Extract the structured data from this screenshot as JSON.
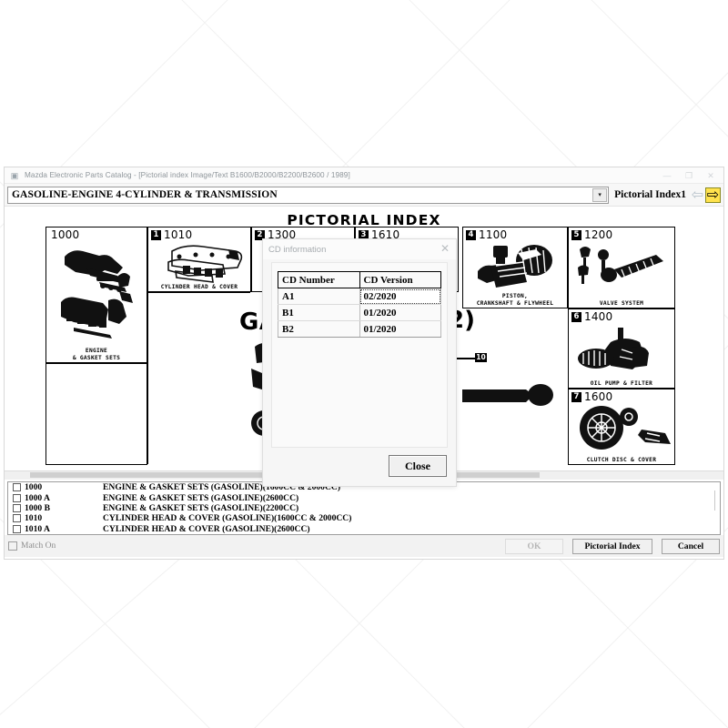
{
  "window": {
    "title": "Mazda Electronic Parts Catalog - [Pictorial index Image/Text B1600/B2000/B2200/B2600 / 1989]",
    "app_icon": "catalog-icon",
    "minimize": "—",
    "restore": "❐",
    "close": "✕"
  },
  "toolbar": {
    "assembly_value": "GASOLINE-ENGINE 4-CYLINDER & TRANSMISSION",
    "dropdown_arrow": "▾",
    "index_label": "Pictorial Index1",
    "prev_arrow": "⇦",
    "next_arrow": "⇨"
  },
  "pictorial": {
    "title": "PICTORIAL INDEX",
    "big_text": "GAS",
    "big_paren": "2)",
    "callout_tag": "10",
    "cells": [
      {
        "badge": "",
        "code": "1000",
        "caption": "ENGINE\n& GASKET SETS"
      },
      {
        "badge": "1",
        "code": "1010",
        "caption": "CYLINDER HEAD & COVER"
      },
      {
        "badge": "2",
        "code": "1300",
        "caption": ""
      },
      {
        "badge": "3",
        "code": "1610",
        "caption": ""
      },
      {
        "badge": "4",
        "code": "1100",
        "caption": "PISTON,\nCRANKSHAFT & FLYWHEEL"
      },
      {
        "badge": "5",
        "code": "1200",
        "caption": "VALVE SYSTEM"
      },
      {
        "badge": "6",
        "code": "1400",
        "caption": "OIL PUMP & FILTER"
      },
      {
        "badge": "7",
        "code": "1600",
        "caption": "CLUTCH DISC & COVER"
      }
    ]
  },
  "parts_list": {
    "rows": [
      {
        "number": "1000",
        "description": "ENGINE & GASKET SETS (GASOLINE)(1600CC & 2000CC)"
      },
      {
        "number": "1000 A",
        "description": "ENGINE & GASKET SETS (GASOLINE)(2600CC)"
      },
      {
        "number": "1000 B",
        "description": "ENGINE & GASKET SETS (GASOLINE)(2200CC)"
      },
      {
        "number": "1010",
        "description": "CYLINDER HEAD & COVER (GASOLINE)(1600CC & 2000CC)"
      },
      {
        "number": "1010 A",
        "description": "CYLINDER HEAD & COVER (GASOLINE)(2600CC)"
      }
    ]
  },
  "bottom_bar": {
    "match_on_label": "Match On",
    "ok_label": "OK",
    "pictorial_index_label": "Pictorial Index",
    "cancel_label": "Cancel"
  },
  "dialog": {
    "title": "CD information",
    "close_x": "✕",
    "close_label": "Close",
    "columns": [
      "CD Number",
      "CD Version"
    ],
    "rows": [
      {
        "number": "A1",
        "version": "02/2020"
      },
      {
        "number": "B1",
        "version": "01/2020"
      },
      {
        "number": "B2",
        "version": "01/2020"
      }
    ]
  },
  "colors": {
    "accent_yellow": "#ffe24d",
    "window_bg": "#ffffff",
    "chrome_bg": "#f2f2f2"
  }
}
